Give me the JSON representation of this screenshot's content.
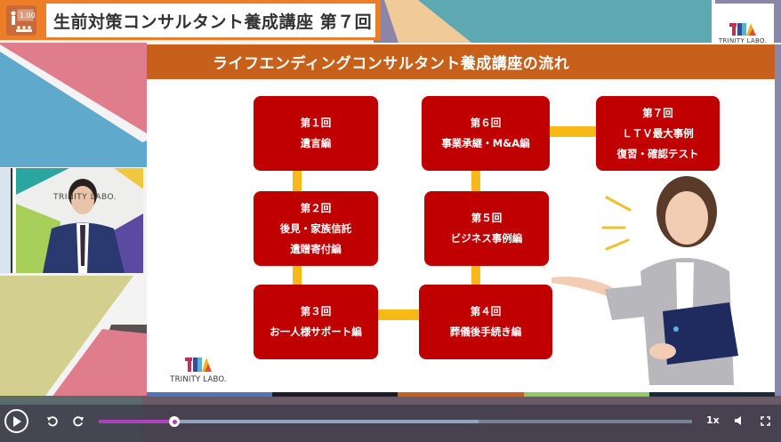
{
  "header": {
    "title": "生前対策コンサルタント養成講座 第７回",
    "icon": "presentation-teacher-icon"
  },
  "brand": {
    "name": "TRINITY LABO.",
    "colors": {
      "header_orange": "#ee7d27",
      "slide_header": "#c6601a",
      "box_red": "#c00000",
      "connector_yellow": "#f7b915",
      "progress_purple": "#b140c0"
    }
  },
  "slide": {
    "title": "ライフエンディングコンサルタント養成講座の流れ",
    "sessions": [
      {
        "num": "第１回",
        "lines": [
          "遺言編"
        ]
      },
      {
        "num": "第２回",
        "lines": [
          "後見・家族信託",
          "遺贈寄付編"
        ]
      },
      {
        "num": "第３回",
        "lines": [
          "お一人様サポート編"
        ]
      },
      {
        "num": "第４回",
        "lines": [
          "葬儀後手続き編"
        ]
      },
      {
        "num": "第５回",
        "lines": [
          "ビジネス事例編"
        ]
      },
      {
        "num": "第６回",
        "lines": [
          "事業承継・M&A編"
        ]
      },
      {
        "num": "第７回",
        "lines": [
          "ＬＴＶ最大事例",
          "復習・確認テスト"
        ]
      }
    ],
    "logo_text": "TRINITY LABO.",
    "footer_colors": [
      "#4a77c0",
      "#1c1c24",
      "#c6601a",
      "#8ccc5a",
      "#1e2a3a"
    ]
  },
  "pip": {
    "backdrop_text": "TRINITY LABO."
  },
  "player": {
    "speed": "1x",
    "progress_percent": 12.8,
    "buffered_percent": 64
  }
}
